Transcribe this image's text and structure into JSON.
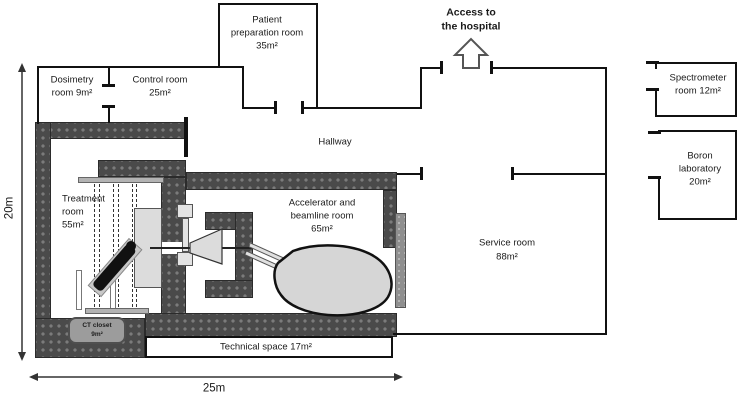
{
  "diagram": {
    "access": {
      "line1": "Access to",
      "line2": "the hospital"
    },
    "hallway": "Hallway",
    "dimensions": {
      "height": "20m",
      "width": "25m"
    },
    "rooms": {
      "patient_prep": {
        "line1": "Patient",
        "line2": "preparation room",
        "line3": "35m²"
      },
      "dosimetry": {
        "line1": "Dosimetry",
        "line2": "room 9m²"
      },
      "control": {
        "line1": "Control room",
        "line2": "25m²"
      },
      "treatment": {
        "line1": "Treatment",
        "line2": "room",
        "line3": "55m²"
      },
      "accelerator": {
        "line1": "Accelerator and",
        "line2": "beamline room",
        "line3": "65m²"
      },
      "service": {
        "line1": "Service room",
        "line2": "88m²"
      },
      "spectrometer": {
        "line1": "Spectrometer",
        "line2": "room 12m²"
      },
      "boron": {
        "line1": "Boron",
        "line2": "laboratory",
        "line3": "20m²"
      },
      "ct_closet": {
        "line1": "CT closet",
        "line2": "9m²"
      },
      "technical": {
        "line1": "Technical space 17m²"
      }
    },
    "colors": {
      "shield_wall": "#4a4a4a",
      "shield_wall_dot": "#7b7b7b",
      "thin_wall": "#111111",
      "equipment_fill": "#d6d6d6",
      "sliding_door": "#8f8f8f"
    }
  }
}
